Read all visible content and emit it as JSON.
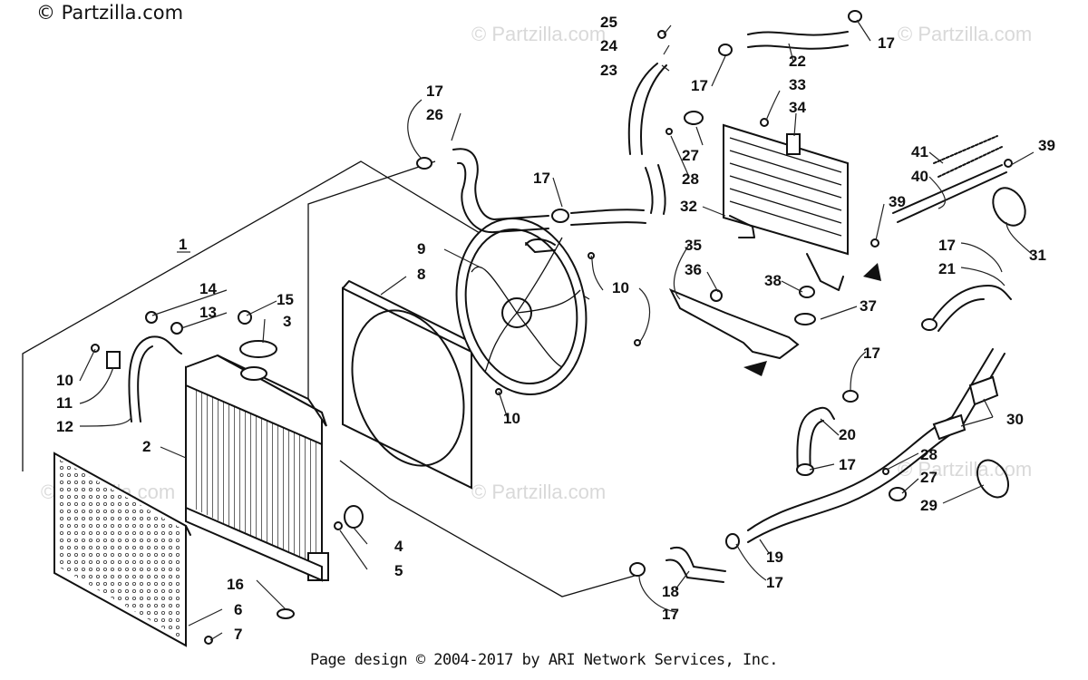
{
  "copyright": "© Partzilla.com",
  "watermark": "© Partzilla.com",
  "footer": "Page design © 2004-2017 by ARI Network Services, Inc.",
  "callouts": {
    "c1": "1",
    "c2": "2",
    "c3": "3",
    "c4": "4",
    "c5": "5",
    "c6": "6",
    "c7": "7",
    "c8": "8",
    "c9": "9",
    "c10a": "10",
    "c10b": "10",
    "c10c": "10",
    "c11": "11",
    "c12": "12",
    "c13": "13",
    "c14": "14",
    "c15": "15",
    "c16": "16",
    "c17a": "17",
    "c17b": "17",
    "c17c": "17",
    "c17d": "17",
    "c17e": "17",
    "c17f": "17",
    "c17g": "17",
    "c17h": "17",
    "c17i": "17",
    "c18": "18",
    "c19": "19",
    "c20": "20",
    "c21": "21",
    "c22": "22",
    "c23": "23",
    "c24": "24",
    "c25": "25",
    "c26": "26",
    "c27a": "27",
    "c27b": "27",
    "c28a": "28",
    "c28b": "28",
    "c29": "29",
    "c30": "30",
    "c31": "31",
    "c32": "32",
    "c33": "33",
    "c34": "34",
    "c35": "35",
    "c36": "36",
    "c37": "37",
    "c38": "38",
    "c39a": "39",
    "c39b": "39",
    "c40": "40",
    "c41": "41"
  }
}
